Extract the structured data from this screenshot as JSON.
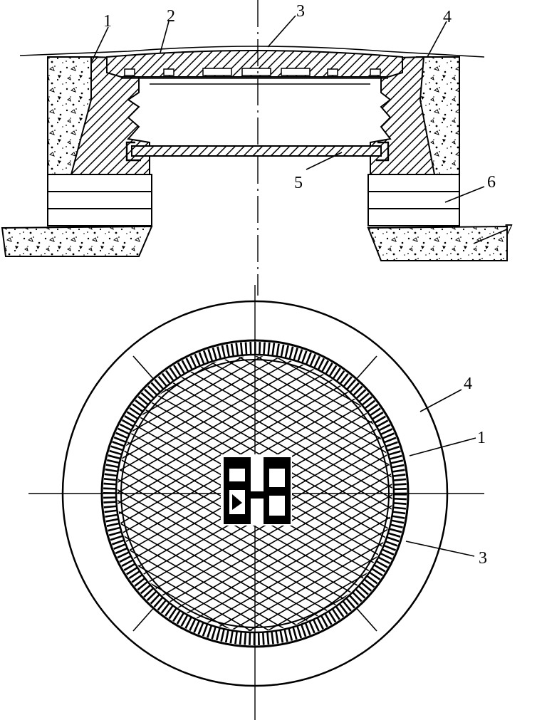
{
  "section_view": {
    "callouts": [
      {
        "id": "c1",
        "label": "1"
      },
      {
        "id": "c2",
        "label": "2"
      },
      {
        "id": "c3",
        "label": "3"
      },
      {
        "id": "c4",
        "label": "4"
      },
      {
        "id": "c5",
        "label": "5"
      },
      {
        "id": "c6",
        "label": "6"
      },
      {
        "id": "c7",
        "label": "7"
      }
    ]
  },
  "plan_view": {
    "callouts": [
      {
        "id": "p4",
        "label": "4"
      },
      {
        "id": "p1",
        "label": "1"
      },
      {
        "id": "p3",
        "label": "3"
      }
    ],
    "emblem_icon": "manhole-cover-emblem-icon"
  },
  "colors": {
    "ink": "#000000",
    "paper": "#ffffff"
  }
}
